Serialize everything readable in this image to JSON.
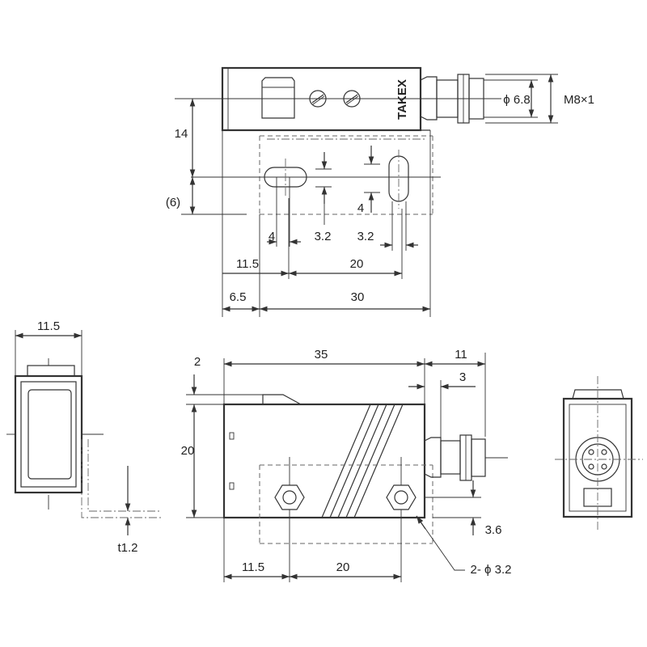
{
  "brand": "TAKEX",
  "top_view": {
    "dim_14": "14",
    "dim_6": "(6)",
    "dim_4_left": "4",
    "dim_3_2_left": "3.2",
    "dim_4_right": "4",
    "dim_3_2_right": "3.2",
    "dim_11_5": "11.5",
    "dim_20": "20",
    "dim_6_5": "6.5",
    "dim_30": "30",
    "dim_phi_6_8": "ϕ 6.8",
    "dim_m8": "M8×1"
  },
  "left_view": {
    "dim_11_5": "11.5",
    "dim_t1_2": "t1.2"
  },
  "front_view": {
    "dim_35": "35",
    "dim_11": "11",
    "dim_3": "3",
    "dim_2": "2",
    "dim_20_height": "20",
    "dim_3_6": "3.6",
    "dim_hole": "2- ϕ 3.2",
    "dim_11_5": "11.5",
    "dim_20_width": "20"
  },
  "colors": {
    "line": "#333333",
    "background": "#ffffff"
  }
}
